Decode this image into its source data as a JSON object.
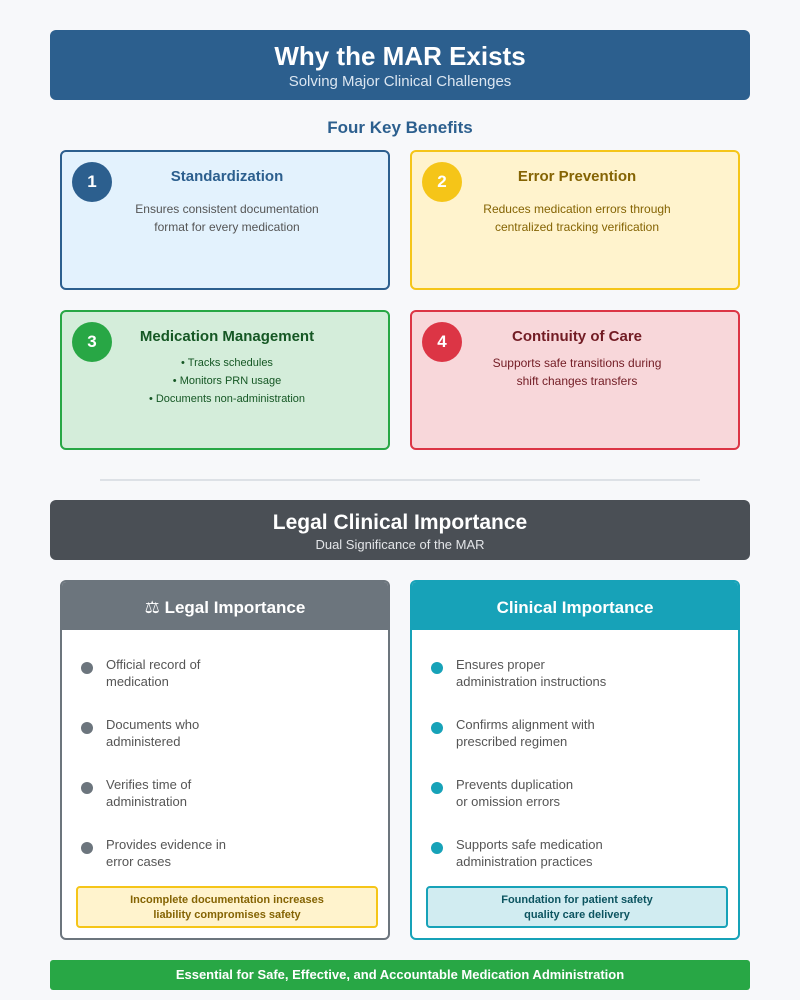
{
  "header": {
    "title": "Why the MAR Exists",
    "subtitle": "Solving Major Clinical Challenges"
  },
  "benefits_section": {
    "title": "Four Key Benefits",
    "cards": [
      {
        "number": "1",
        "title": "Standardization",
        "desc_lines": [
          "Ensures consistent documentation",
          "format for every medication"
        ]
      },
      {
        "number": "2",
        "title": "Error Prevention",
        "desc_lines": [
          "Reduces medication errors through",
          "centralized tracking verification"
        ]
      },
      {
        "number": "3",
        "title": "Medication Management",
        "list": [
          "• Tracks schedules",
          "• Monitors PRN usage",
          "• Documents non-administration"
        ]
      },
      {
        "number": "4",
        "title": "Continuity of Care",
        "desc_lines": [
          "Supports safe transitions during",
          "shift changes transfers"
        ]
      }
    ]
  },
  "importance_section": {
    "title": "Legal Clinical Importance",
    "subtitle": "Dual Significance of the MAR"
  },
  "legal_panel": {
    "title": "⚖ Legal Importance",
    "items": [
      {
        "line1": "Official record of",
        "line2": "medication"
      },
      {
        "line1": "Documents who",
        "line2": "administered"
      },
      {
        "line1": "Verifies time of",
        "line2": "administration"
      },
      {
        "line1": "Provides evidence in",
        "line2": "error cases"
      }
    ],
    "note_lines": [
      "Incomplete documentation increases",
      "liability compromises safety"
    ]
  },
  "clinical_panel": {
    "title": "Clinical Importance",
    "items": [
      {
        "line1": "Ensures proper",
        "line2": "administration instructions"
      },
      {
        "line1": "Confirms alignment with",
        "line2": "prescribed regimen"
      },
      {
        "line1": "Prevents duplication",
        "line2": "or omission errors"
      },
      {
        "line1": "Supports safe medication",
        "line2": "administration practices"
      }
    ],
    "note_lines": [
      "Foundation for patient safety",
      "quality care delivery"
    ]
  },
  "footer": {
    "text": "Essential for Safe, Effective, and Accountable Medication Administration"
  },
  "colors": {
    "primary_blue": "#2c5f8e",
    "yellow": "#f5c518",
    "green": "#28a745",
    "red": "#dc3545",
    "gray": "#6c757d",
    "teal": "#17a2b8",
    "dark_header": "#4a4f55"
  }
}
